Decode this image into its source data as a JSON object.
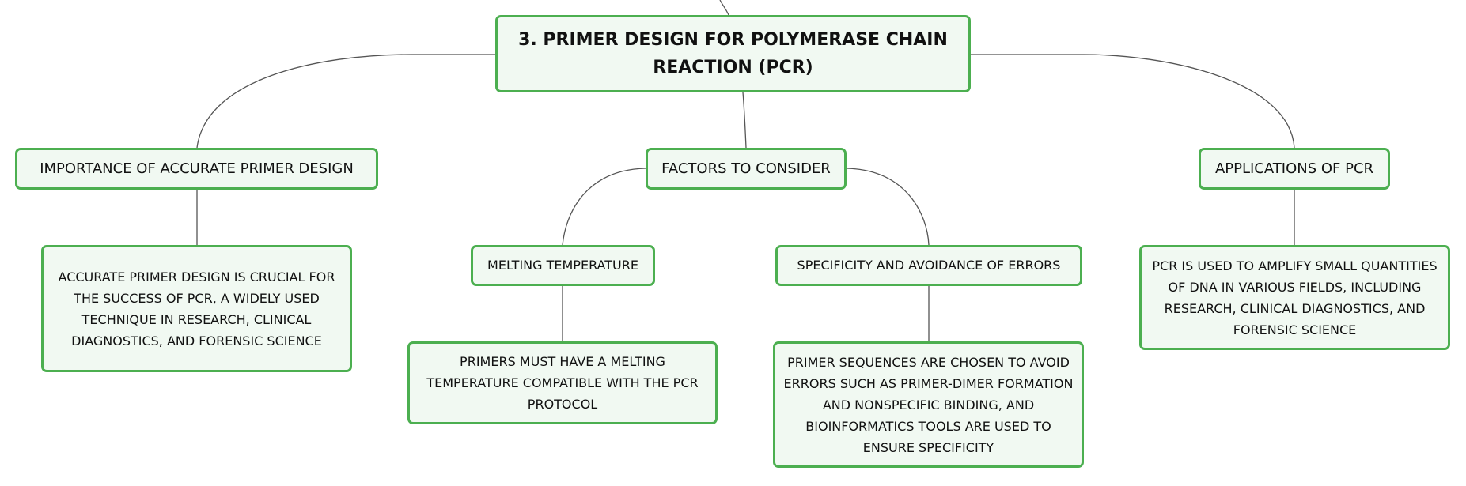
{
  "diagram": {
    "root": {
      "label": "3. Primer Design for Polymerase Chain Reaction (PCR)"
    },
    "branches": {
      "importance": {
        "label": "Importance of Accurate Primer Design",
        "detail": "Accurate primer design is crucial for the success of PCR, a widely used technique in research, clinical diagnostics, and forensic science"
      },
      "factors": {
        "label": "Factors to Consider",
        "melting": {
          "label": "Melting Temperature",
          "detail": "Primers must have a melting temperature compatible with the PCR protocol"
        },
        "specificity": {
          "label": "Specificity and Avoidance of Errors",
          "detail": "Primer sequences are chosen to avoid errors such as primer-dimer formation and nonspecific binding, and bioinformatics tools are used to ensure specificity"
        }
      },
      "applications": {
        "label": "Applications of PCR",
        "detail": "PCR is used to amplify small quantities of DNA in various fields, including research, clinical diagnostics, and forensic science"
      }
    },
    "colors": {
      "node_border": "#4caf50",
      "node_fill": "#f1f9f2",
      "connector": "#555555",
      "text": "#111111"
    }
  }
}
